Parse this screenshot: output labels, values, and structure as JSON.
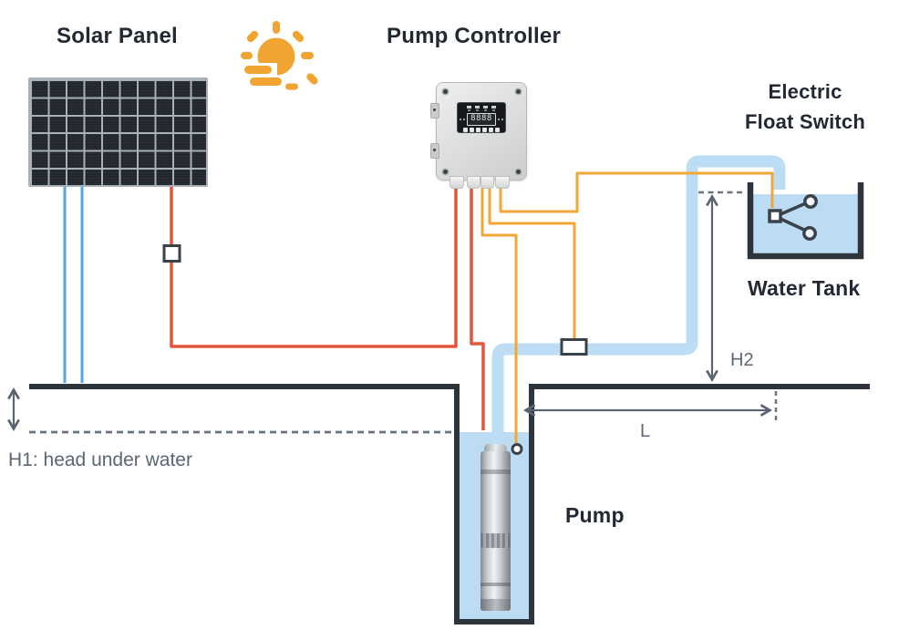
{
  "diagram": {
    "components": {
      "solar_panel": {
        "label": "Solar Panel"
      },
      "pump_controller": {
        "label": "Pump Controller",
        "display_value": "8888"
      },
      "float_switch": {
        "label_line1": "Electric",
        "label_line2": "Float Switch"
      },
      "water_tank": {
        "label": "Water Tank"
      },
      "pump": {
        "label": "Pump"
      }
    },
    "annotations": {
      "h1": "H1: head under water",
      "h2": "H2",
      "l": "L"
    },
    "icons": {
      "sun": "sun-icon",
      "float_switch": "float-switch-icon"
    },
    "colors": {
      "pv_wire_red": "#E2573B",
      "signal_wire_yellow": "#F2A637",
      "panel_wire_blue": "#55A4E4",
      "pipe_blue": "#BCDDF4",
      "water_blue": "#BBDCF3",
      "structure_dark": "#2E343B",
      "annotation_grey": "#5B6472",
      "label_text": "#222933",
      "sun_orange": "#F0A432"
    }
  }
}
